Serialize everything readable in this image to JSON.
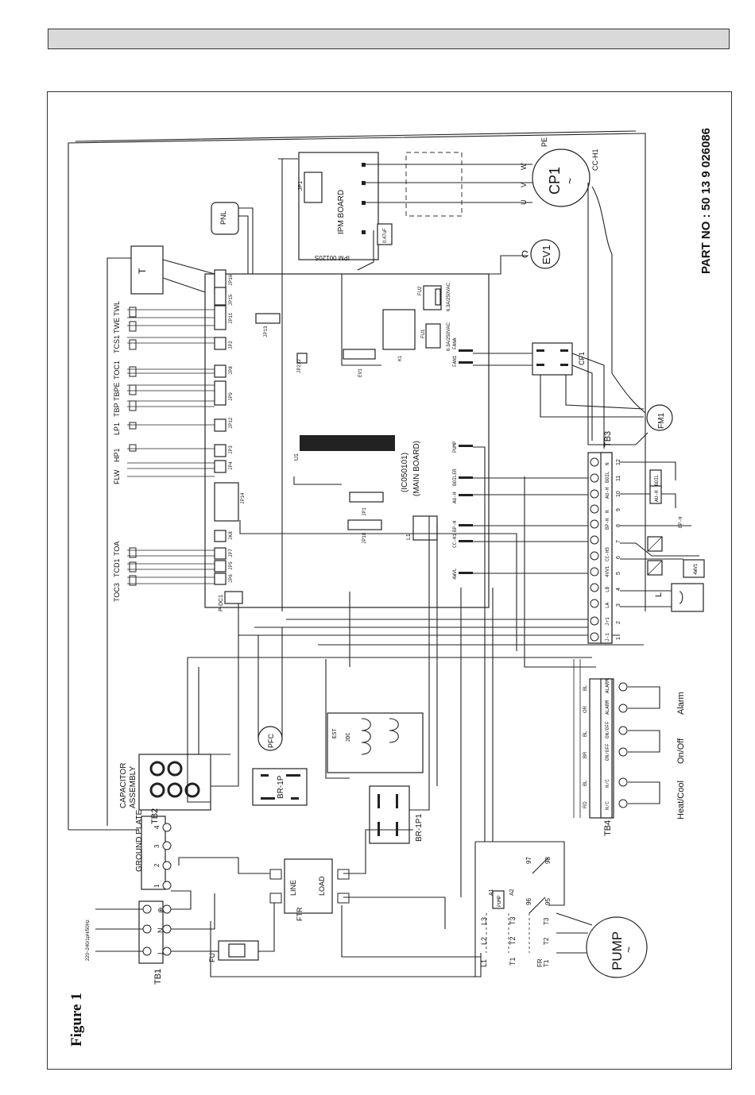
{
  "figure_label": "Figure 1",
  "part_number": "PART NO : 50 13 9 026086",
  "boards": {
    "ipm_board": "IPM BOARD",
    "ipm_code": "IPM 00120S",
    "main_board_code": "(IC050101)",
    "main_board": "(MAIN BOARD)"
  },
  "components": {
    "cp1": "CP1",
    "cc_h1": "CC-H1",
    "ev1": "EV1",
    "fm1": "FM1",
    "cf1": "CF1",
    "pnl": "PNL",
    "pfc": "PFC",
    "br_1p": "BR-1P",
    "br_1p1": "BR-1P1",
    "capacitor": "CAPACITOR",
    "assembly": "ASSEMBLY",
    "ground_plate": "GROUND PLATE",
    "line": "LINE",
    "load": "LOAD",
    "ftr": "FTR",
    "fu": "FU",
    "pump": "PUMP",
    "pump_coil": "PUMP",
    "fu1": "FU1",
    "fu1_rating": "6.3A/250VAC",
    "fu2": "FU2",
    "fu2_rating": "6.3A/250VAC",
    "k1": "K1",
    "l1": "L1",
    "l_coil": "L",
    "fourwv": "4WV1",
    "c_value": "0.47uF",
    "jdc": "JDC",
    "est": "EST",
    "boil": "BOIL",
    "au_h": "AU-H",
    "bp_h": "BP-H",
    "p_dc1": "P-DC1"
  },
  "sensors": [
    "TWE",
    "TWL",
    "TCS1",
    "TOC1",
    "TBPE",
    "TBP",
    "LP1",
    "HP1",
    "FLW",
    "TOA",
    "TCD1",
    "TOC3"
  ],
  "jumpers": [
    "JP16",
    "JP15",
    "JP11",
    "JP2",
    "JP8",
    "JP9",
    "JP12",
    "JP3",
    "JP4",
    "JP14",
    "JP13",
    "JP232",
    "JP18",
    "JP1",
    "JP7",
    "JP5",
    "JP6",
    "JK8"
  ],
  "connectors": {
    "pump": "PUMP",
    "boiler": "BOILER",
    "au_h": "AU-H",
    "bp_h": "BP-H",
    "cc_h": "CC-H1",
    "four_wv": "4WVL",
    "fan_a": "FANA",
    "fan1": "FAN1"
  },
  "tb1": {
    "label": "TB1",
    "supply": "220~240/1pH/50Hz",
    "terminals": [
      "L",
      "N",
      "⊕"
    ]
  },
  "tb2": {
    "label": "TB2",
    "terminals": [
      "1",
      "2",
      "3",
      "4"
    ]
  },
  "tb3": {
    "label": "TB3",
    "terminals": [
      "J-1",
      "J+1",
      "LA",
      "LB",
      "4VV1",
      "CC-HS",
      "BP-H",
      "N",
      "AU-H",
      "BOIL",
      "N"
    ],
    "numbers": [
      "1",
      "2",
      "3",
      "4",
      "5",
      "6",
      "7",
      "8",
      "9",
      "10",
      "11",
      "12"
    ]
  },
  "tb4": {
    "label": "TB4",
    "terminals": [
      "H/C",
      "H/C",
      "ON/OFF",
      "ON/OFF",
      "ALARM",
      "ALARM"
    ],
    "wire_colors": [
      "RD",
      "BL",
      "BR",
      "BL",
      "OR",
      "BL"
    ],
    "functions": [
      "Heat/Cool",
      "On/Off",
      "Alarm"
    ]
  },
  "contactor": {
    "top": [
      "L1",
      "L2",
      "L3"
    ],
    "bottom": [
      "T1",
      "T2",
      "T3"
    ],
    "aux": [
      "97",
      "98",
      "96",
      "95"
    ],
    "coil": [
      "A1",
      "A2"
    ],
    "fr": "FR"
  },
  "motor_phases": [
    "U",
    "V",
    "W"
  ],
  "pe": "PE"
}
